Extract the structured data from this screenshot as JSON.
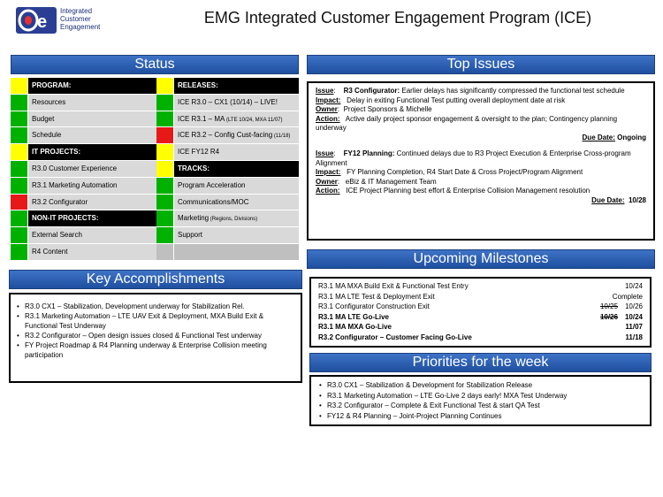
{
  "logo": {
    "line1": "Integrated",
    "line2": "Customer",
    "line3": "Engagement"
  },
  "title": "EMG Integrated Customer Engagement Program (ICE)",
  "status": {
    "heading": "Status",
    "left": [
      {
        "label": "PROGRAM:",
        "kind": "head",
        "color": "#ffff00"
      },
      {
        "label": "Resources",
        "kind": "row",
        "color": "#00b100"
      },
      {
        "label": "Budget",
        "kind": "row",
        "color": "#00b100"
      },
      {
        "label": "Schedule",
        "kind": "row",
        "color": "#00b100"
      },
      {
        "label": "IT PROJECTS:",
        "kind": "head",
        "color": "#ffff00"
      },
      {
        "label": "R3.0 Customer Experience",
        "kind": "row",
        "color": "#00b100"
      },
      {
        "label": "R3.1 Marketing Automation",
        "kind": "row",
        "color": "#00b100"
      },
      {
        "label": "R3.2 Configurator",
        "kind": "row",
        "color": "#e81818"
      },
      {
        "label": "NON-IT PROJECTS:",
        "kind": "head",
        "color": "#00b100"
      },
      {
        "label": "External Search",
        "kind": "row",
        "color": "#00b100"
      },
      {
        "label": "R4 Content",
        "kind": "row",
        "color": "#00b100"
      }
    ],
    "right": [
      {
        "label": "RELEASES:",
        "kind": "head",
        "color": "#ffff00"
      },
      {
        "label": "ICE R3.0 – CX1 (10/14) – LIVE!",
        "kind": "row",
        "color": "#00b100"
      },
      {
        "label": "ICE R3.1 – MA",
        "small": "(LTE 10/24, MXA 11/07)",
        "kind": "row",
        "color": "#00b100"
      },
      {
        "label": "ICE R3.2 – Config Cust-facing",
        "small": "(11/18)",
        "kind": "row",
        "color": "#e81818"
      },
      {
        "label": "ICE FY12 R4",
        "kind": "row",
        "color": "#ffff00"
      },
      {
        "label": "TRACKS:",
        "kind": "head",
        "color": "#ffff00"
      },
      {
        "label": "Program Acceleration",
        "kind": "row",
        "color": "#00b100"
      },
      {
        "label": "Communications/MOC",
        "kind": "row",
        "color": "#00b100"
      },
      {
        "label": "Marketing",
        "small": "(Regions, Divisions)",
        "kind": "row",
        "color": "#00b100"
      },
      {
        "label": "Support",
        "kind": "row",
        "color": "#00b100"
      },
      {
        "label": "",
        "kind": "row",
        "color": "#bfbfbf"
      }
    ]
  },
  "top_issues": {
    "heading": "Top Issues",
    "issue1": {
      "issue_kw": "Issue",
      "issue_title": "R3 Configurator:",
      "issue_text": "Earlier delays has significantly compressed the functional test schedule",
      "impact_kw": "Impact:",
      "impact_text": "Delay in exiting Functional Test putting overall deployment date at risk",
      "owner_kw": "Owner",
      "owner_text": "Project Sponsors &  Michelle",
      "action_kw": "Action:",
      "action_text": "Active daily project sponsor engagement & oversight to the plan;  Contingency planning underway",
      "due_label": "Due Date:",
      "due_value": "Ongoing"
    },
    "issue2": {
      "issue_kw": "Issue",
      "issue_title": "FY12 Planning:",
      "issue_text": "Continued delays due to R3 Project Execution & Enterprise Cross-program Alignment",
      "impact_kw": "Impact:",
      "impact_text": "FY Planning Completion, R4 Start Date & Cross Project/Program Alignment",
      "owner_kw": "Owner",
      "owner_text": "eBiz & IT Management Team",
      "action_kw": "Action:",
      "action_text": "ICE Project Planning best effort & Enterprise Collision Management resolution",
      "due_label": "Due Date:",
      "due_value": "10/28"
    }
  },
  "milestones": {
    "heading": "Upcoming Milestones",
    "rows": [
      {
        "label": "R3.1 MA MXA Build Exit & Functional Test Entry",
        "old": "",
        "date": "10/24",
        "bold": false
      },
      {
        "label": "R3.1 MA  LTE Test & Deployment Exit",
        "old": "",
        "date": "Complete",
        "bold": false
      },
      {
        "label": "R3.1 Configurator Construction Exit",
        "old": "10/25",
        "date": "10/26",
        "bold": false
      },
      {
        "label": "R3.1 MA LTE Go-Live",
        "old": "10/26",
        "date": "10/24",
        "bold": true
      },
      {
        "label": "R3.1 MA MXA Go-Live",
        "old": "",
        "date": "11/07",
        "bold": true
      },
      {
        "label": "R3.2 Configurator – Customer Facing Go-Live",
        "old": "",
        "date": "11/18",
        "bold": true
      }
    ]
  },
  "accomplishments": {
    "heading": "Key Accomplishments",
    "items": [
      "R3.0 CX1 – Stabilization, Development underway for Stabilization Rel.",
      "R3.1 Marketing Automation – LTE UAV Exit & Deployment, MXA Build Exit & Functional Test Underway",
      "R3.2 Configurator – Open design issues closed & Functional Test underway",
      "FY Project Roadmap & R4 Planning underway & Enterprise Collision meeting participation"
    ]
  },
  "priorities": {
    "heading": "Priorities for the week",
    "items": [
      "R3.0 CX1 – Stabilization & Development for Stabilization Release",
      "R3.1 Marketing Automation – LTE Go-Live 2 days early!  MXA Test Underway",
      "R3.2 Configurator –  Complete & Exit Functional Test & start QA Test",
      "FY12 & R4 Planning – Joint-Project Planning Continues"
    ]
  }
}
